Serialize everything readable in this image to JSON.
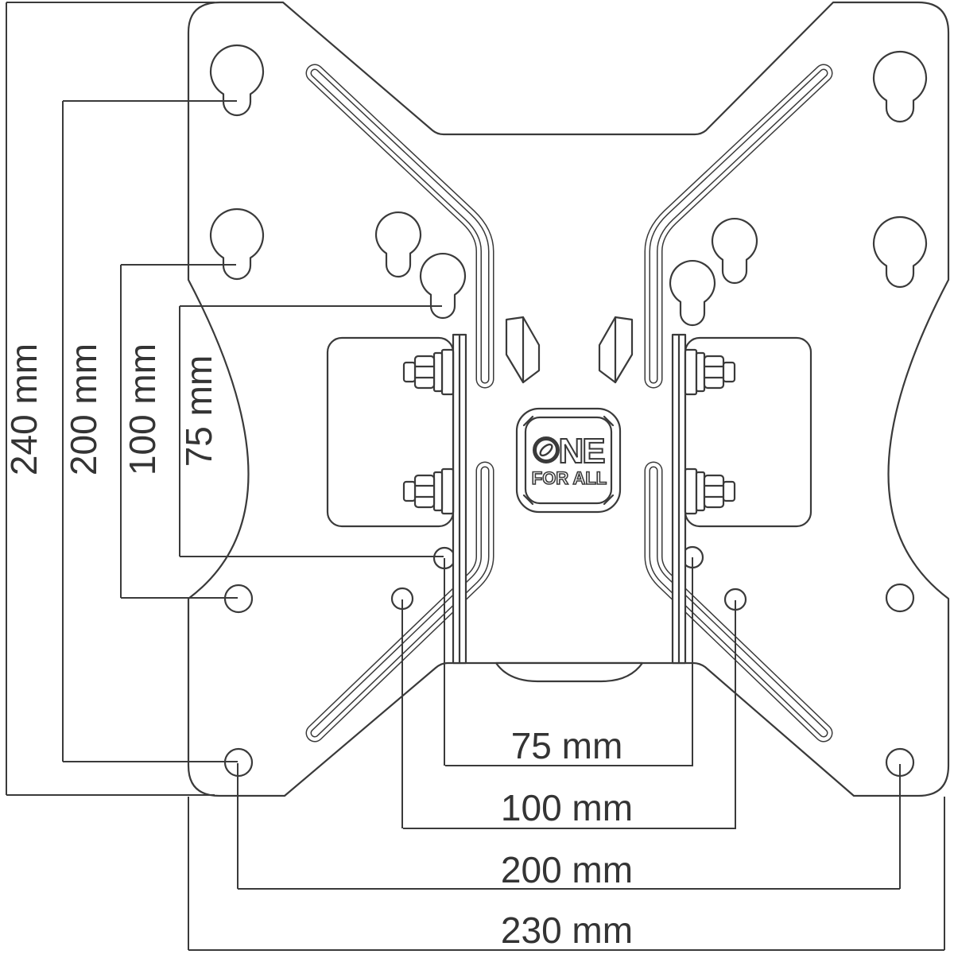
{
  "diagram": {
    "kind": "tv-wall-mount-bracket-dimensional-drawing",
    "colors": {
      "line": "#3a3a3a",
      "background": "#ffffff"
    },
    "brand_badge": {
      "wordmark_o": "O",
      "wordmark_rest": "NE",
      "tagline": "FOR ALL"
    },
    "dimensions_vertical": [
      {
        "id": "v240",
        "label": "240 mm",
        "value_mm": 240
      },
      {
        "id": "v200",
        "label": "200 mm",
        "value_mm": 200
      },
      {
        "id": "v100",
        "label": "100 mm",
        "value_mm": 100
      },
      {
        "id": "v75",
        "label": "75 mm",
        "value_mm": 75
      }
    ],
    "dimensions_horizontal": [
      {
        "id": "h75",
        "label": "75 mm",
        "value_mm": 75
      },
      {
        "id": "h100",
        "label": "100 mm",
        "value_mm": 100
      },
      {
        "id": "h200",
        "label": "200 mm",
        "value_mm": 200
      },
      {
        "id": "h230",
        "label": "230 mm",
        "value_mm": 230
      }
    ]
  }
}
